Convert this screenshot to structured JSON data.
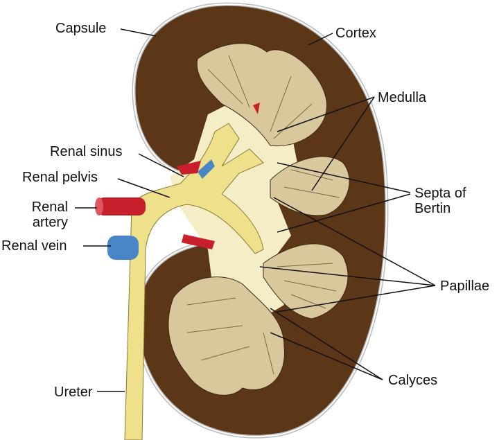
{
  "labels": {
    "capsule": "Capsule",
    "cortex": "Cortex",
    "medulla": "Medulla",
    "renal_sinus": "Renal sinus",
    "renal_pelvis": "Renal pelvis",
    "renal_artery_1": "Renal",
    "renal_artery_2": "artery",
    "renal_vein": "Renal vein",
    "septa_1": "Septa of",
    "septa_2": "Bertin",
    "papillae": "Papillae",
    "calyces": "Calyces",
    "ureter": "Ureter"
  },
  "colors": {
    "cortex": "#5b3717",
    "medulla": "#d9c89b",
    "sinus": "#f4edc6",
    "pelvis": "#efe08c",
    "artery": "#c8202a",
    "vein": "#4a86c5",
    "capsule": "#ffffff"
  }
}
